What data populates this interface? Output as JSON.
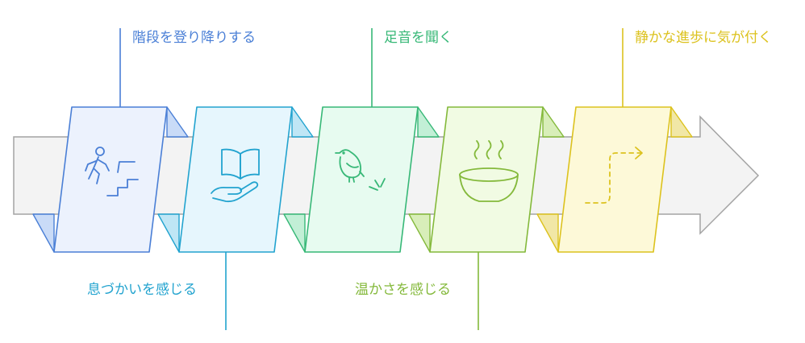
{
  "steps": [
    {
      "label": "階段を登り降りする",
      "icon": "person-climbing-stairs-icon",
      "color": "#4a7fd6",
      "fill": "#ecf2fd",
      "fold": "#c9dbf7",
      "position": "top"
    },
    {
      "label": "息づかいを感じる",
      "icon": "open-book-hand-icon",
      "color": "#22a3cf",
      "fill": "#e6f6fd",
      "fold": "#bfe6f5",
      "position": "bottom"
    },
    {
      "label": "足音を聞く",
      "icon": "bird-icon",
      "color": "#37b877",
      "fill": "#e7fbf0",
      "fold": "#c2efd6",
      "position": "top"
    },
    {
      "label": "温かさを感じる",
      "icon": "steaming-bowl-icon",
      "color": "#84b93b",
      "fill": "#f1fbe3",
      "fold": "#d8eeb9",
      "position": "bottom"
    },
    {
      "label": "静かな進歩に気が付く",
      "icon": "dashed-path-arrow-icon",
      "color": "#dcc21e",
      "fill": "#fdf9d8",
      "fold": "#f1e7a6",
      "position": "top"
    }
  ],
  "arrow": {
    "fill": "#f3f3f3",
    "stroke": "#a3a3a3"
  }
}
